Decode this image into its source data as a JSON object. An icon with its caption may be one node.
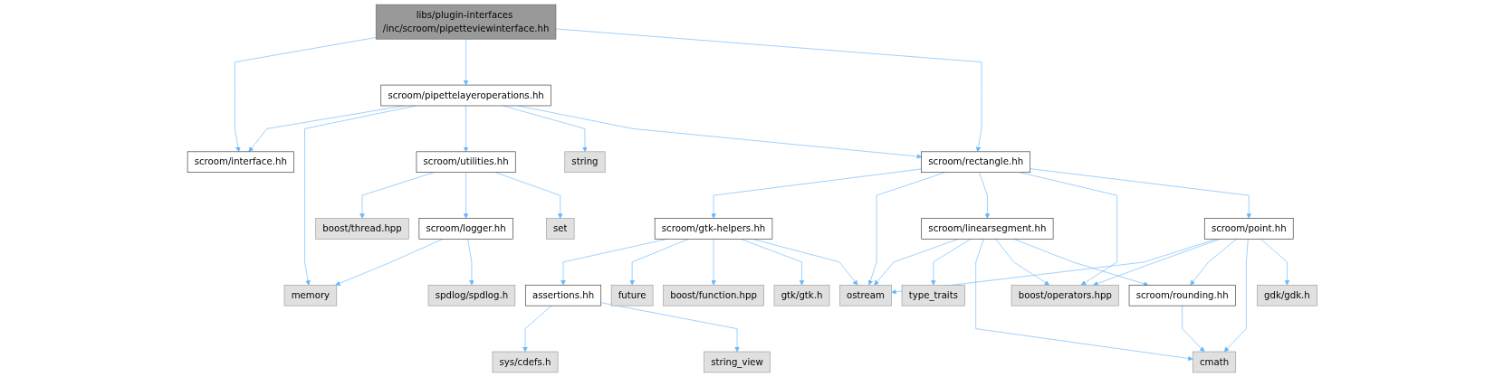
{
  "diagram": {
    "nodes": [
      {
        "text": [
          "libs/plugin-interfaces /inc/scroom/pipetteviewinterface.hh"
        ]
      },
      {
        "text": [
          "scroom/pipettelayeroperations.hh"
        ]
      },
      {
        "text": [
          "scroom/interface.hh"
        ]
      },
      {
        "text": [
          "scroom/rectangle.hh"
        ]
      },
      {
        "text": [
          "scroom/utilities.hh"
        ]
      },
      {
        "text": [
          "string"
        ]
      },
      {
        "text": [
          "memory"
        ]
      },
      {
        "text": [
          "boost/thread.hpp"
        ]
      },
      {
        "text": [
          "scroom/logger.hh"
        ]
      },
      {
        "text": [
          "set"
        ]
      },
      {
        "text": [
          "spdlog/spdlog.h"
        ]
      },
      {
        "text": [
          "scroom/gtk-helpers.hh"
        ]
      },
      {
        "text": [
          "scroom/linearsegment.hh"
        ]
      },
      {
        "text": [
          "scroom/point.hh"
        ]
      },
      {
        "text": [
          "assertions.hh"
        ]
      },
      {
        "text": [
          "future"
        ]
      },
      {
        "text": [
          "boost/function.hpp"
        ]
      },
      {
        "text": [
          "gtk/gtk.h"
        ]
      },
      {
        "text": [
          "ostream"
        ]
      },
      {
        "text": [
          "type_traits"
        ]
      },
      {
        "text": [
          "boost/operators.hpp"
        ]
      },
      {
        "text": [
          "scroom/rounding.hh"
        ]
      },
      {
        "text": [
          "gdk/gdk.h"
        ]
      },
      {
        "text": [
          "cmath"
        ]
      },
      {
        "text": [
          "sys/cdefs.h"
        ]
      },
      {
        "text": [
          "string_view"
        ]
      }
    ],
    "edges": [
      {
        "from": 0,
        "to": 2,
        "arrow": "to"
      },
      {
        "from": 0,
        "to": 1,
        "arrow": "to"
      },
      {
        "from": 0,
        "to": 3,
        "arrow": "to"
      },
      {
        "from": 1,
        "to": 2,
        "arrow": "to"
      },
      {
        "from": 1,
        "to": 6,
        "arrow": "to"
      },
      {
        "from": 1,
        "to": 4,
        "arrow": "to"
      },
      {
        "from": 1,
        "to": 5,
        "arrow": "to"
      },
      {
        "from": 1,
        "to": 3,
        "arrow": "to"
      },
      {
        "from": 4,
        "to": 7,
        "arrow": "to"
      },
      {
        "from": 4,
        "to": 8,
        "arrow": "to"
      },
      {
        "from": 4,
        "to": 9,
        "arrow": "to"
      },
      {
        "from": 8,
        "to": 6,
        "arrow": "to"
      },
      {
        "from": 8,
        "to": 10,
        "arrow": "to"
      },
      {
        "from": 3,
        "to": 11,
        "arrow": "to"
      },
      {
        "from": 3,
        "to": 18,
        "arrow": "to"
      },
      {
        "from": 3,
        "to": 12,
        "arrow": "to"
      },
      {
        "from": 3,
        "to": 20,
        "arrow": "to"
      },
      {
        "from": 3,
        "to": 13,
        "arrow": "to"
      },
      {
        "from": 11,
        "to": 14,
        "arrow": "to"
      },
      {
        "from": 11,
        "to": 15,
        "arrow": "to"
      },
      {
        "from": 11,
        "to": 16,
        "arrow": "to"
      },
      {
        "from": 11,
        "to": 17,
        "arrow": "to"
      },
      {
        "from": 11,
        "to": 18,
        "arrow": "to"
      },
      {
        "from": 12,
        "to": 18,
        "arrow": "to"
      },
      {
        "from": 12,
        "to": 19,
        "arrow": "to"
      },
      {
        "from": 12,
        "to": 23,
        "arrow": "to"
      },
      {
        "from": 12,
        "to": 20,
        "arrow": "to"
      },
      {
        "from": 12,
        "to": 21,
        "arrow": "to"
      },
      {
        "from": 13,
        "to": 18,
        "arrow": "to"
      },
      {
        "from": 13,
        "to": 20,
        "arrow": "to"
      },
      {
        "from": 13,
        "to": 21,
        "arrow": "to"
      },
      {
        "from": 13,
        "to": 23,
        "arrow": "to"
      },
      {
        "from": 13,
        "to": 22,
        "arrow": "to"
      },
      {
        "from": 14,
        "to": 24,
        "arrow": "to"
      },
      {
        "from": 14,
        "to": 25,
        "arrow": "to"
      },
      {
        "from": 21,
        "to": 23,
        "arrow": "to"
      }
    ]
  }
}
